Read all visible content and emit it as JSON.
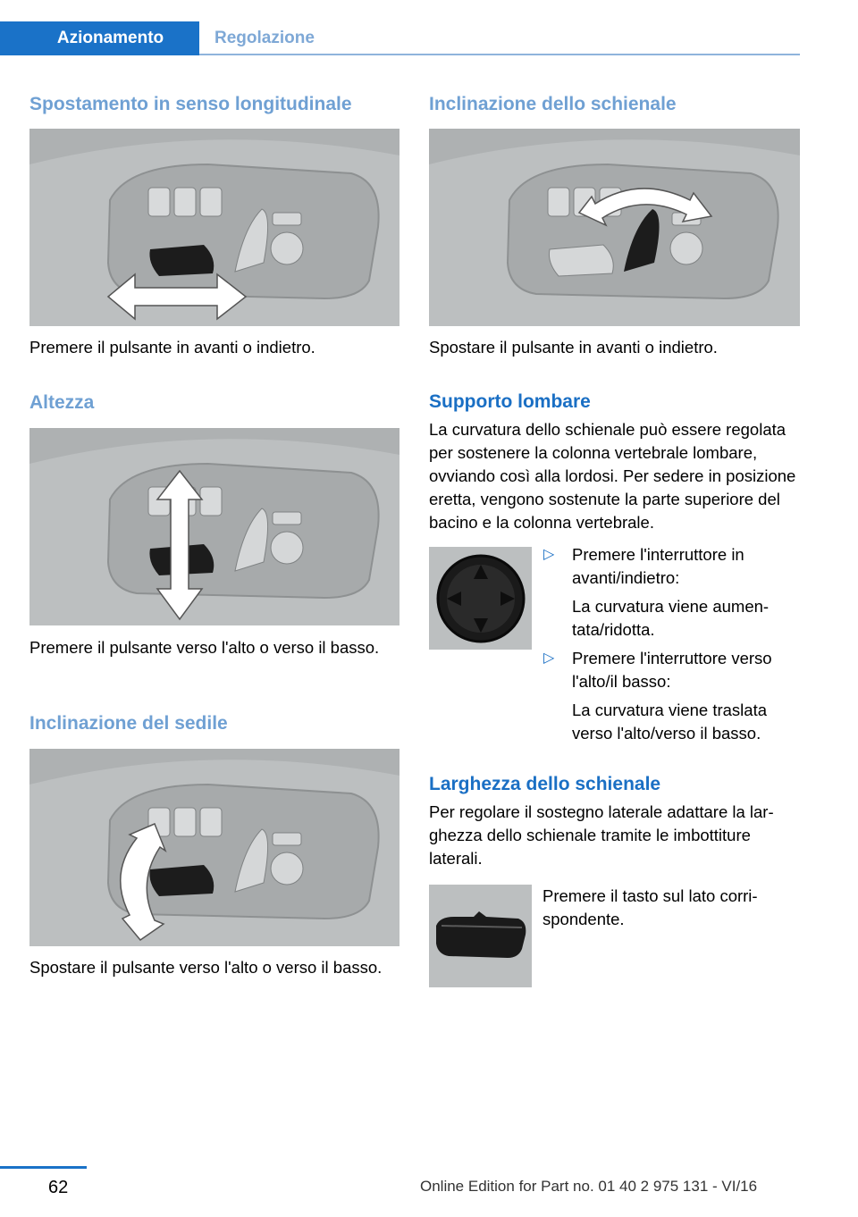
{
  "header": {
    "tab_active": "Azionamento",
    "tab_inactive": "Regolazione"
  },
  "left": {
    "sections": [
      {
        "heading": "Spostamento in senso longitudinale",
        "text": "Premere il pulsante in avanti o indietro."
      },
      {
        "heading": "Altezza",
        "text": "Premere il pulsante verso l'alto o verso il basso."
      },
      {
        "heading": "Inclinazione del sedile",
        "text": "Spostare il pulsante verso l'alto o verso il basso."
      }
    ]
  },
  "right": {
    "backrest": {
      "heading": "Inclinazione dello schienale",
      "text": "Spostare il pulsante in avanti o indietro."
    },
    "lumbar": {
      "heading": "Supporto lombare",
      "text": "La curvatura dello schienale può essere rego­lata per sostenere la colonna vertebrale lom­bare, ovviando così alla lordosi. Per sedere in posizione eretta, vengono sostenute la parte superiore del bacino e la colonna vertebrale.",
      "bullets": [
        {
          "main": "Premere l'interruttore in avanti/indietro:",
          "sub": "La curvatura viene aumen­tata/ridotta."
        },
        {
          "main": "Premere l'interruttore verso l'alto/il basso:",
          "sub": "La curvatura viene traslata verso l'alto/verso il basso."
        }
      ]
    },
    "width": {
      "heading": "Larghezza dello schienale",
      "text": "Per regolare il sostegno laterale adattare la lar­ghezza dello schienale tramite le imbottiture laterali.",
      "side_text": "Premere il tasto sul lato corri­spondente."
    }
  },
  "footer": {
    "page_number": "62",
    "edition": "Online Edition for Part no. 01 40 2 975 131 - VI/16"
  },
  "icons": {
    "bullet": "▷",
    "arrow": "arrow-icon"
  },
  "colors": {
    "accent": "#1a72c8",
    "heading_light": "#6fa0d3",
    "heading_dark": "#1a6fc4",
    "figure_bg": "#b9bcbd"
  }
}
